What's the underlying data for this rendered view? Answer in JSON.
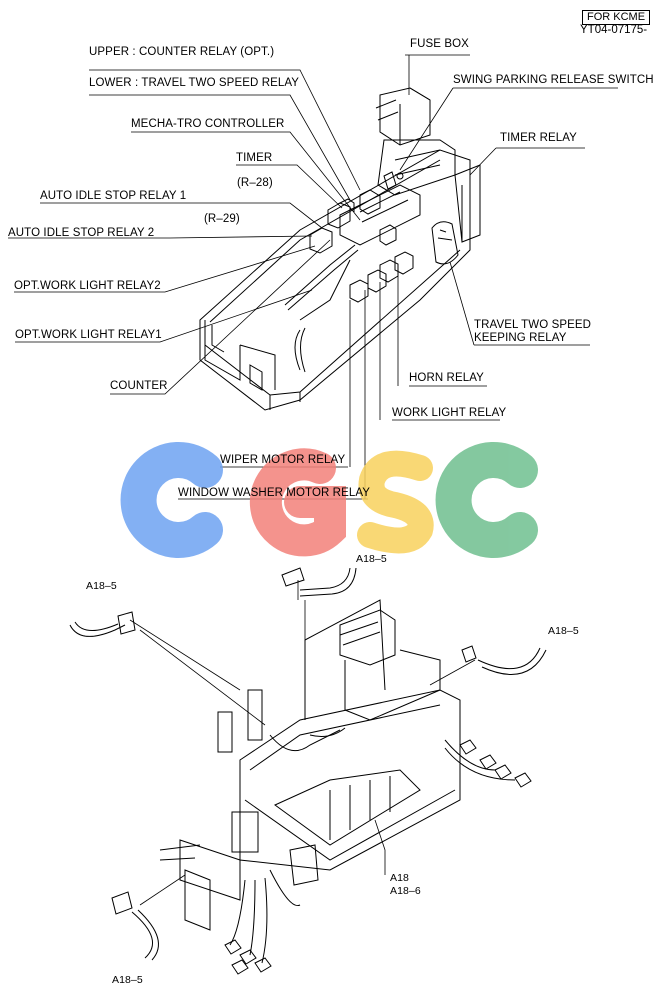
{
  "header": {
    "tag": "FOR KCME",
    "doc_number": "YT04-07175-"
  },
  "labels": {
    "upper_counter_relay": "UPPER : COUNTER RELAY (OPT.)",
    "lower_travel_relay": "LOWER : TRAVEL TWO SPEED RELAY",
    "fuse_box": "FUSE BOX",
    "swing_parking": "SWING PARKING RELEASE SWITCH",
    "mechatro": "MECHA-TRO CONTROLLER",
    "timer_relay": "TIMER RELAY",
    "timer": "TIMER",
    "r28": "(R–28)",
    "auto_idle_1": "AUTO IDLE STOP RELAY 1",
    "r29": "(R–29)",
    "auto_idle_2": "AUTO IDLE STOP RELAY 2",
    "opt_work_light_2": "OPT.WORK LIGHT RELAY2",
    "opt_work_light_1": "OPT.WORK LIGHT RELAY1",
    "travel_keeping_1": "TRAVEL TWO SPEED",
    "travel_keeping_2": "KEEPING RELAY",
    "counter": "COUNTER",
    "horn_relay": "HORN RELAY",
    "work_light_relay": "WORK LIGHT RELAY",
    "wiper_motor_relay": "WIPER MOTOR RELAY",
    "window_washer_relay": "WINDOW WASHER MOTOR RELAY",
    "a18_5_top": "A18–5",
    "a18_5_left": "A18–5",
    "a18_5_right": "A18–5",
    "a18_5_bottom": "A18–5",
    "a18": "A18",
    "a18_6": "A18–6"
  },
  "watermark": {
    "text": "CGSC",
    "colors": [
      "#6ea3f2",
      "#f3817a",
      "#f9d25e",
      "#6fbf8f"
    ]
  }
}
